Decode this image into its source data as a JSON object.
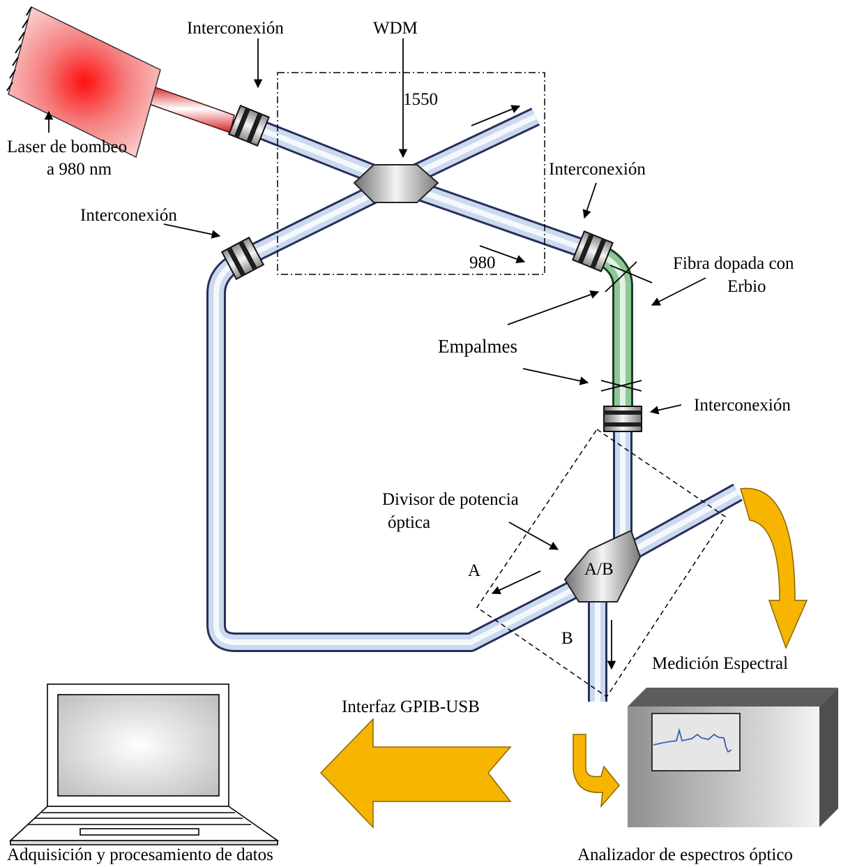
{
  "labels": {
    "laser_line1": "Laser de bombeo",
    "laser_line2": "a 980 nm",
    "interconexion_top": "Interconexión",
    "wdm": "WDM",
    "wl_1550": "1550",
    "wl_980": "980",
    "interconexion_right": "Interconexión",
    "interconexion_left": "Interconexión",
    "fibra_line1": "Fibra dopada con",
    "fibra_line2": "Erbio",
    "empalmes": "Empalmes",
    "interconexion_lower": "Interconexión",
    "divisor_line1": "Divisor de potencia",
    "divisor_line2": "óptica",
    "port_a": "A",
    "splitter_ratio": "A/B",
    "port_b": "B",
    "medicion": "Medición Espectral",
    "interfaz": "Interfaz GPIB-USB",
    "adquisicion": "Adquisición y procesamiento de datos",
    "analizador": "Analizador de espectros óptico"
  },
  "colors": {
    "fiber_blue": "#b4c8e6",
    "fiber_outline": "#26305a",
    "erbium_green": "#6fb87f",
    "pump_red": "#e23a3a",
    "arrow_orange": "#f7b500",
    "laser_pink": "#f7b8b8",
    "analyzer_gray": "#8f8f8f"
  },
  "icons": {
    "laser": "pump-laser-icon",
    "wdm": "wdm-coupler-icon",
    "splitter": "power-splitter-icon",
    "laptop": "laptop-icon",
    "analyzer": "spectrum-analyzer-icon"
  }
}
